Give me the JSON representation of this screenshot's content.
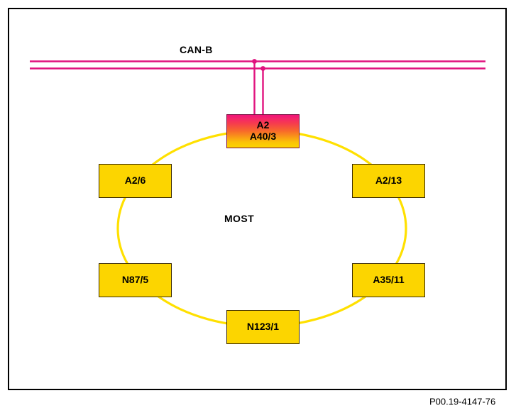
{
  "figure": {
    "code": "P00.19-4147-76",
    "frame_border_color": "#000000",
    "background_color": "#ffffff"
  },
  "bus": {
    "name": "CAN-B",
    "color": "#e0127e",
    "line_count": 2,
    "taps": 2
  },
  "ring": {
    "name": "MOST",
    "color": "#ffe000",
    "topology": "ring"
  },
  "nodes": [
    {
      "id": "a2-a40-3",
      "lines": [
        "A2",
        "A40/3"
      ],
      "role": "master",
      "fill": "gradient-red-yellow",
      "position": "top"
    },
    {
      "id": "a2-6",
      "lines": [
        "A2/6"
      ],
      "role": "node",
      "fill": "#fcd500",
      "position": "upper-left"
    },
    {
      "id": "a2-13",
      "lines": [
        "A2/13"
      ],
      "role": "node",
      "fill": "#fcd500",
      "position": "upper-right"
    },
    {
      "id": "n87-5",
      "lines": [
        "N87/5"
      ],
      "role": "node",
      "fill": "#fcd500",
      "position": "lower-left"
    },
    {
      "id": "a35-11",
      "lines": [
        "A35/11"
      ],
      "role": "node",
      "fill": "#fcd500",
      "position": "lower-right"
    },
    {
      "id": "n123-1",
      "lines": [
        "N123/1"
      ],
      "role": "node",
      "fill": "#fcd500",
      "position": "bottom"
    }
  ]
}
